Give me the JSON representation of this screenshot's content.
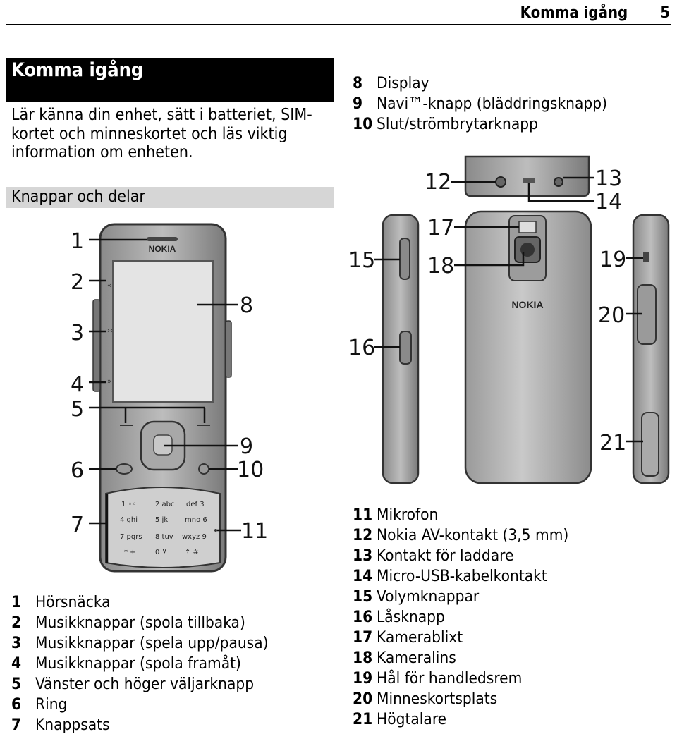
{
  "header": {
    "title": "Komma igång",
    "page_number": "5"
  },
  "section": {
    "title": "Komma igång",
    "intro": "Lär känna din enhet, sätt i batteriet, SIM-kortet och minneskortet och läs viktig information om enheten.",
    "subsection_title": "Knappar och delar"
  },
  "figure": {
    "brand": "NOKIA",
    "keypad": [
      "1 ◦◦",
      "2 abc",
      "def 3",
      "4 ghi",
      "5 jkl",
      "mno 6",
      "7 pqrs",
      "8 tuv",
      "wxyz 9",
      "* +",
      "0 ⊻",
      "⇡ # "
    ],
    "callouts": [
      "1",
      "2",
      "3",
      "4",
      "5",
      "6",
      "7",
      "8",
      "9",
      "10",
      "11",
      "12",
      "13",
      "14",
      "15",
      "16",
      "17",
      "18",
      "19",
      "20",
      "21"
    ]
  },
  "legend_left": [
    {
      "num": "1",
      "label": "Hörsnäcka"
    },
    {
      "num": "2",
      "label": "Musikknappar (spola tillbaka)"
    },
    {
      "num": "3",
      "label": "Musikknappar (spela upp/pausa)"
    },
    {
      "num": "4",
      "label": "Musikknappar (spola framåt)"
    },
    {
      "num": "5",
      "label": "Vänster och höger väljarknapp"
    },
    {
      "num": "6",
      "label": "Ring"
    },
    {
      "num": "7",
      "label": "Knappsats"
    }
  ],
  "legend_right_top": [
    {
      "num": "8",
      "label": "Display"
    },
    {
      "num": "9",
      "label": "Navi™-knapp (bläddringsknapp)"
    },
    {
      "num": "10",
      "label": "Slut/strömbrytarknapp"
    }
  ],
  "legend_right_bottom": [
    {
      "num": "11",
      "label": "Mikrofon"
    },
    {
      "num": "12",
      "label": "Nokia AV-kontakt (3,5 mm)"
    },
    {
      "num": "13",
      "label": "Kontakt för laddare"
    },
    {
      "num": "14",
      "label": "Micro-USB-kabelkontakt"
    },
    {
      "num": "15",
      "label": "Volymknappar"
    },
    {
      "num": "16",
      "label": "Låsknapp"
    },
    {
      "num": "17",
      "label": "Kamerablixt"
    },
    {
      "num": "18",
      "label": "Kameralins"
    },
    {
      "num": "19",
      "label": "Hål för handledsrem"
    },
    {
      "num": "20",
      "label": "Minneskortsplats"
    },
    {
      "num": "21",
      "label": "Högtalare"
    }
  ]
}
